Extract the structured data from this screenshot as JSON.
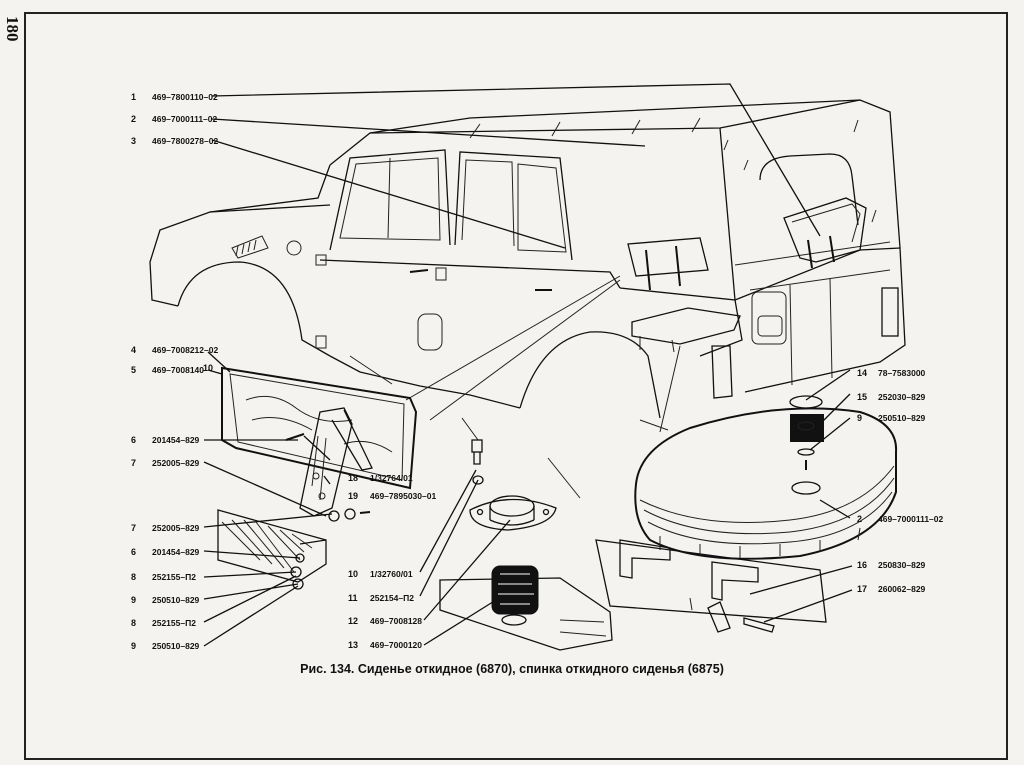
{
  "page_number": "180",
  "figure_caption": "Рис. 134. Сиденье откидное (6870), спинка откидного сиденья (6875)",
  "callouts": [
    {
      "num": "1",
      "part": "469–7800110–02"
    },
    {
      "num": "2",
      "part": "469–7000111–02"
    },
    {
      "num": "3",
      "part": "469–7800278–02"
    },
    {
      "num": "4",
      "part": "469–7008212–02"
    },
    {
      "num": "5",
      "part": "469–7008140"
    },
    {
      "num": "6",
      "part": "201454–829"
    },
    {
      "num": "7",
      "part": "252005–829"
    },
    {
      "num": "7",
      "part": "252005–829"
    },
    {
      "num": "6",
      "part": "201454–829"
    },
    {
      "num": "8",
      "part": "252155–П2"
    },
    {
      "num": "9",
      "part": "250510–829"
    },
    {
      "num": "8",
      "part": "252155–П2"
    },
    {
      "num": "9",
      "part": "250510–829"
    },
    {
      "num": "10",
      "part": "1/32760/01"
    },
    {
      "num": "11",
      "part": "252154–П2"
    },
    {
      "num": "12",
      "part": "469–7008128"
    },
    {
      "num": "13",
      "part": "469–7000120"
    },
    {
      "num": "18",
      "part": "1/32764/01"
    },
    {
      "num": "19",
      "part": "469–7895030–01"
    },
    {
      "num": "14",
      "part": "78–7583000"
    },
    {
      "num": "15",
      "part": "252030–829"
    },
    {
      "num": "9",
      "part": "250510–829"
    },
    {
      "num": "2",
      "part": "469–7000111–02"
    },
    {
      "num": "16",
      "part": "250830–829"
    },
    {
      "num": "17",
      "part": "260062–829"
    }
  ],
  "inline_labels": {
    "label_10": "10"
  }
}
